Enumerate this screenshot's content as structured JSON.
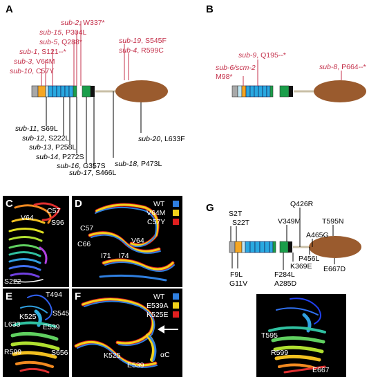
{
  "panels": {
    "A": "A",
    "B": "B",
    "C": "C",
    "D": "D",
    "E": "E",
    "F": "F",
    "G": "G"
  },
  "panel_a": {
    "top_mutations": [
      {
        "allele": "sub-2",
        "change": "W337*"
      },
      {
        "allele": "sub-15",
        "change": "P304L"
      },
      {
        "allele": "sub-5",
        "change": "Q288*"
      },
      {
        "allele": "sub-1",
        "change": "S121--*"
      },
      {
        "allele": "sub-3",
        "change": "V64M"
      },
      {
        "allele": "sub-10",
        "change": "C57Y"
      },
      {
        "allele": "sub-19",
        "change": "S545F"
      },
      {
        "allele": "sub-4",
        "change": "R599C"
      }
    ],
    "bottom_mutations": [
      {
        "allele": "sub-11",
        "change": "S69L"
      },
      {
        "allele": "sub-12",
        "change": "S222L"
      },
      {
        "allele": "sub-13",
        "change": "P258L"
      },
      {
        "allele": "sub-14",
        "change": "P272S"
      },
      {
        "allele": "sub-16",
        "change": "G357S"
      },
      {
        "allele": "sub-17",
        "change": "S466L"
      },
      {
        "allele": "sub-18",
        "change": "P473L"
      },
      {
        "allele": "sub-20",
        "change": "L633F"
      }
    ]
  },
  "panel_b": {
    "mutations": [
      {
        "allele": "sub-9",
        "change": "Q195--*"
      },
      {
        "allele": "sub-6/scm-2",
        "change": "M98*"
      },
      {
        "allele": "sub-8",
        "change": "P664--*"
      }
    ]
  },
  "panel_c": {
    "labels": [
      "C57",
      "V64",
      "S96",
      "S222"
    ]
  },
  "panel_d": {
    "legend": [
      {
        "label": "WT",
        "color": "#2f7fe0"
      },
      {
        "label": "V64M",
        "color": "#f2d21a"
      },
      {
        "label": "C57Y",
        "color": "#e01f1f"
      }
    ],
    "labels": [
      "C57",
      "C66",
      "V64",
      "I71",
      "I74"
    ]
  },
  "panel_e": {
    "labels": [
      "T494",
      "K525",
      "S545",
      "L633",
      "E539",
      "R599",
      "S656"
    ]
  },
  "panel_f": {
    "legend": [
      {
        "label": "WT",
        "color": "#2f7fe0"
      },
      {
        "label": "E539A",
        "color": "#f2d21a"
      },
      {
        "label": "K525E",
        "color": "#e01f1f"
      }
    ],
    "labels": [
      "K525",
      "E539",
      "αC"
    ]
  },
  "panel_g": {
    "mutations": [
      "S2T",
      "S22T",
      "F9L",
      "G11V",
      "Q426R",
      "V349M",
      "T595N",
      "A465G",
      "P456L",
      "F284L",
      "A285D",
      "K369E",
      "E667D"
    ],
    "structure_labels": [
      "T595",
      "R599",
      "E667"
    ]
  },
  "colors": {
    "mutation_red": "#c4314b",
    "gray_domain": "#a8a8a8",
    "orange_domain": "#f5a623",
    "light_blue_domain": "#bfe6f2",
    "blue_repeat": "#29a8e0",
    "green_domain": "#1a9e4a",
    "black_domain": "#111111",
    "kinase_brown": "#9a5b2e",
    "linker": "#c9bfa6"
  }
}
